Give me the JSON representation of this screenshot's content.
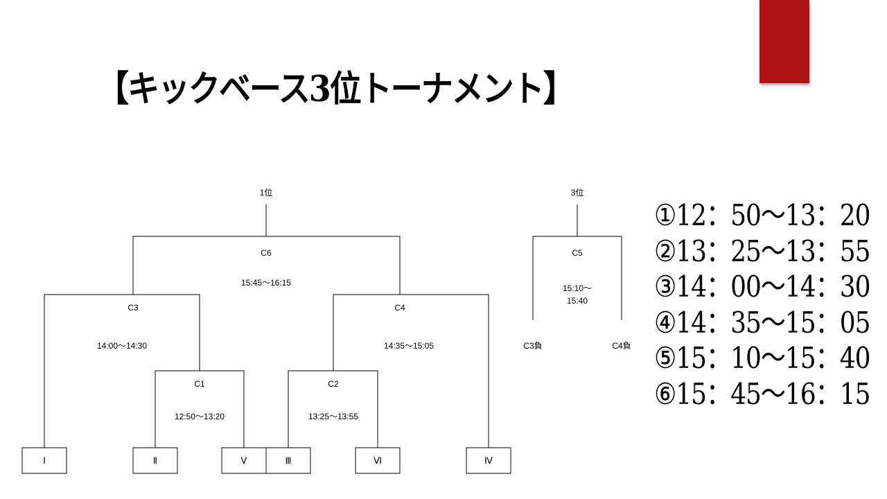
{
  "title": "【キックベース3位トーナメント】",
  "colors": {
    "accent": "#b01515",
    "line": "#000000",
    "background": "#ffffff"
  },
  "main_bracket": {
    "champion_label": "1位",
    "teams": [
      "Ⅰ",
      "Ⅱ",
      "Ⅴ",
      "Ⅲ",
      "Ⅵ",
      "Ⅳ"
    ],
    "matches": [
      {
        "id": "C6",
        "time": "15:45〜16:15"
      },
      {
        "id": "C3",
        "time": "14:00〜14:30"
      },
      {
        "id": "C4",
        "time": "14:35〜15:05"
      },
      {
        "id": "C1",
        "time": "12:50〜13:20"
      },
      {
        "id": "C2",
        "time": "13:25〜13:55"
      }
    ]
  },
  "third_place": {
    "label": "3位",
    "match": {
      "id": "C5",
      "time_line1": "15:10〜",
      "time_line2": "15:40"
    },
    "left_entrant": "C3負",
    "right_entrant": "C4負"
  },
  "schedule": [
    "①12：50〜13：20",
    "②13：25〜13：55",
    "③14：00〜14：30",
    "④14：35〜15：05",
    "⑤15：10〜15：40",
    "⑥15：45〜16：15"
  ]
}
